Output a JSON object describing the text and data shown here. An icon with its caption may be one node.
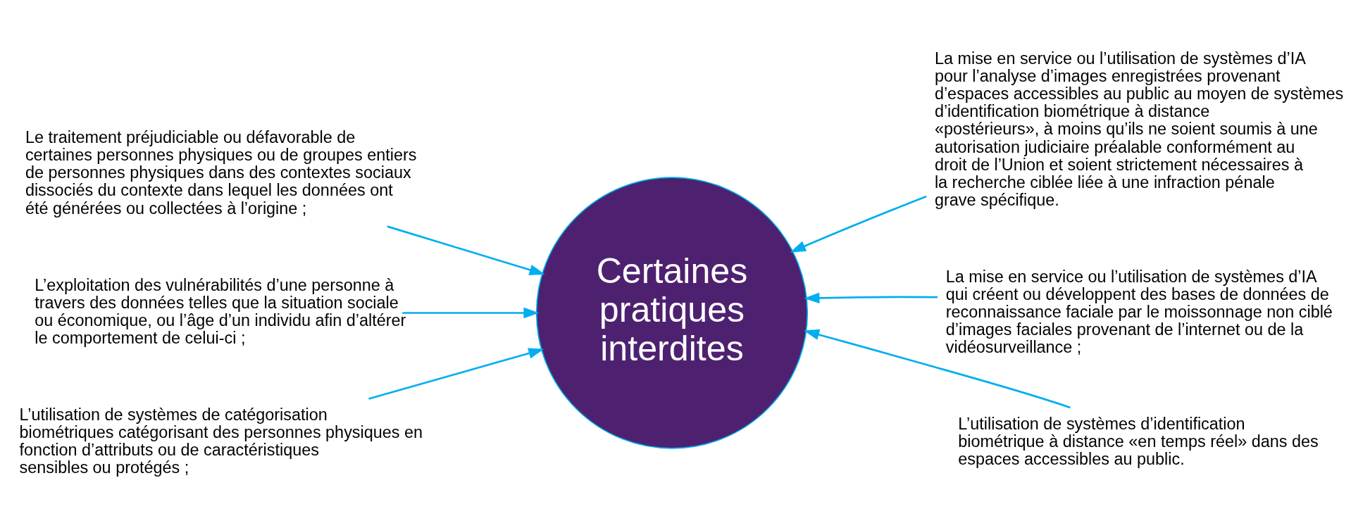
{
  "diagram": {
    "nodes": [
      {
        "text": [
          "Certaines pratiques interdites"
        ]
      },
      {
        "text": [
          "Le traitement préjudiciable ou défavorable de certaines personnes physiques ou de groupes entiers de personnes physiques dans des contextes sociaux dissociés du contexte dans lequel les données ont été générées ou collectées à l’origine ;"
        ]
      },
      {
        "text": [
          "La mise en service ou l’utilisation de systèmes d’IA pour l’analyse d’images enregistrées provenant d’espaces accessibles au public au moyen de systèmes d’identification biométrique à distance «postérieurs», à moins qu’ils ne soient soumis à une autorisation judiciaire préalable conformément au droit de l’Union et soient strictement nécessaires à la recherche ciblée liée à une infraction pénale grave spécifique."
        ]
      },
      {
        "text": [
          "L’exploitation des vulnérabilités d’une personne à travers des données telles que la situation sociale ou économique, ou l’âge d’un individu afin d’altérer le comportement de celui-ci ;"
        ]
      },
      {
        "text": [
          "La mise en service ou l’utilisation de systèmes d’IA qui créent ou développent des bases de données de reconnaissance faciale par le moissonnage non ciblé d’images faciales provenant de l’internet ou de la vidéosurveillance ;"
        ]
      },
      {
        "text": [
          "L’utilisation de systèmes de catégorisation biométriques catégorisant des personnes physiques en fonction d’attributs ou de caractéristiques sensibles ou protégés ;"
        ]
      },
      {
        "text": [
          "L’utilisation de systèmes d’identification biométrique à distance «en temps réel» dans des espaces accessibles au public."
        ]
      }
    ],
    "edges": [
      {
        "from": 1,
        "to": 0,
        "arrow": "to"
      },
      {
        "from": 2,
        "to": 0,
        "arrow": "to"
      },
      {
        "from": 3,
        "to": 0,
        "arrow": "to"
      },
      {
        "from": 4,
        "to": 0,
        "arrow": "to"
      },
      {
        "from": 5,
        "to": 0,
        "arrow": "to"
      },
      {
        "from": 6,
        "to": 0,
        "arrow": "to"
      }
    ]
  }
}
